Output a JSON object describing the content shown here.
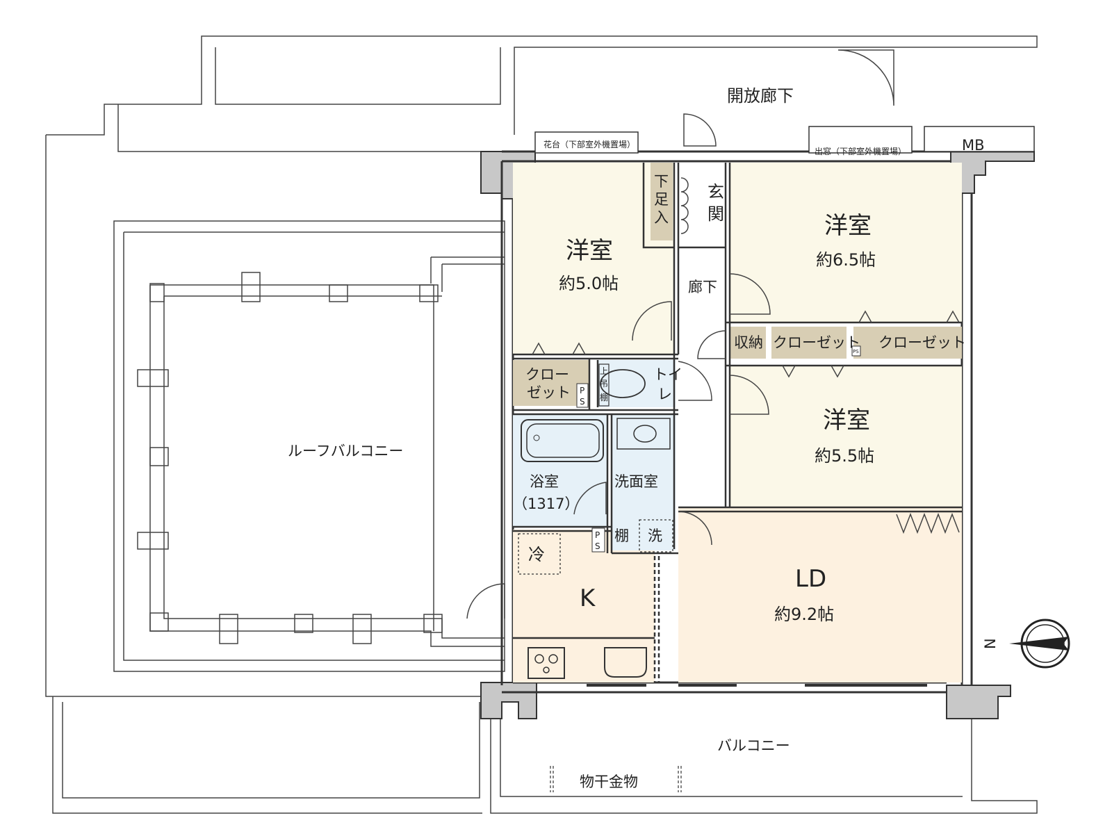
{
  "labels": {
    "open_corridor": "開放廊下",
    "flower_stand": "花台（下部室外機置場）",
    "bay_window": "出窓（下部室外機置場）",
    "mb": "MB",
    "entrance_1": "玄",
    "entrance_2": "関",
    "shoe_1": "下",
    "shoe_2": "足",
    "shoe_3": "入",
    "room_a_name": "洋室",
    "room_a_size": "約5.0帖",
    "room_b_name": "洋室",
    "room_b_size": "約6.5帖",
    "room_c_name": "洋室",
    "room_c_size": "約5.5帖",
    "hallway": "廊下",
    "storage": "収納",
    "closet_1": "クローゼット",
    "closet_2": "クローゼット",
    "closet_small_1": "クロー",
    "closet_small_2": "ゼット",
    "ps_1a": "P",
    "ps_1b": "S",
    "ps_2a": "P",
    "ps_2b": "S",
    "ps_small": "PS",
    "toilet_1": "トイ",
    "toilet_2": "レ",
    "upper_shelf_1": "上",
    "upper_shelf_2": "吊",
    "upper_shelf_3": "棚",
    "bathroom_name": "浴室",
    "bathroom_size": "（1317）",
    "washroom": "洗面室",
    "shelf": "棚",
    "washer": "洗",
    "fridge": "冷",
    "kitchen": "K",
    "ld_name": "LD",
    "ld_size": "約9.2帖",
    "roof_balcony": "ルーフバルコニー",
    "balcony": "バルコニー",
    "laundry_hardware": "物干金物",
    "north": "N"
  },
  "colors": {
    "western_room": "#fbf8e8",
    "ld_room": "#fdf1e0",
    "bath_area": "#e6f1f8",
    "closet": "#d8ceb4",
    "wall_fill": "#c8c8c8"
  }
}
